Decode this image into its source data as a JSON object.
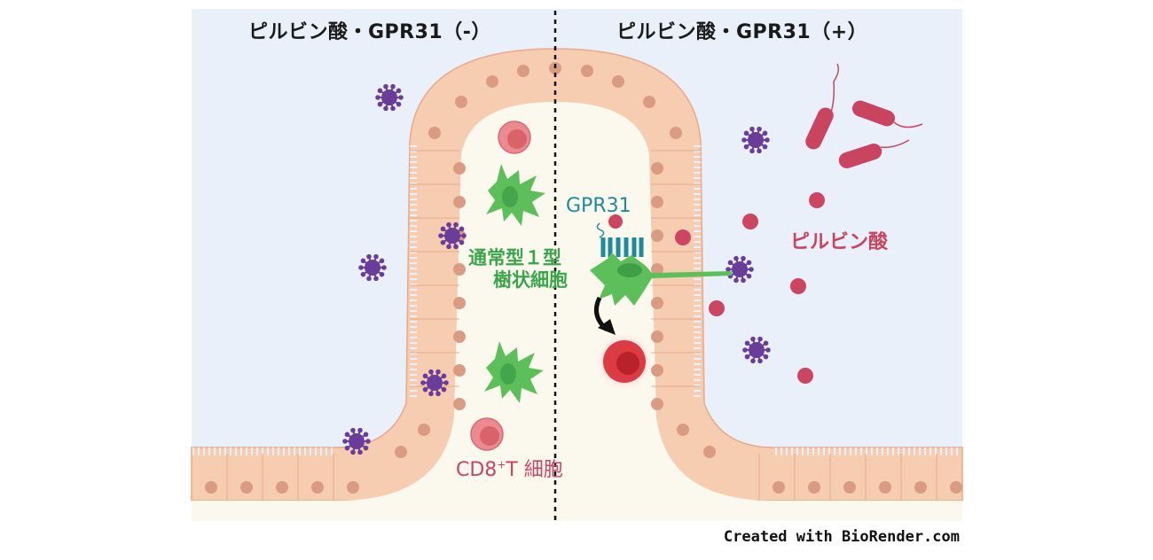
{
  "panels": {
    "left": {
      "title": "ピルビン酸・GPR31（-）"
    },
    "right": {
      "title": "ピルビン酸・GPR31（+）"
    }
  },
  "labels": {
    "gpr31": "GPR31",
    "dendritic_cell_line1": "通常型１型",
    "dendritic_cell_line2": "樹状細胞",
    "pyruvate": "ピルビン酸",
    "cd8_prefix": "CD8",
    "cd8_sup": "+",
    "cd8_suffix": "T 細胞"
  },
  "credit": "Created with BioRender.com",
  "colors": {
    "lumen_bg": "#e9f0f9",
    "tissue_bg": "#fbf8ee",
    "epithelium": "#f6cdb0",
    "epithelium_edge": "#e8a98a",
    "nucleus": "#d99b82",
    "virus": "#6a3d9a",
    "bacteria": "#c9455f",
    "pyruvate_dot": "#cd4560",
    "dendritic_cell": "#5cbf5a",
    "dendritic_text": "#3aa64a",
    "gpr31_teal": "#1f8a9b",
    "cd8_cell": "#e5737a",
    "cd8_text": "#c64666",
    "activated_cd8": "#d9363e"
  }
}
